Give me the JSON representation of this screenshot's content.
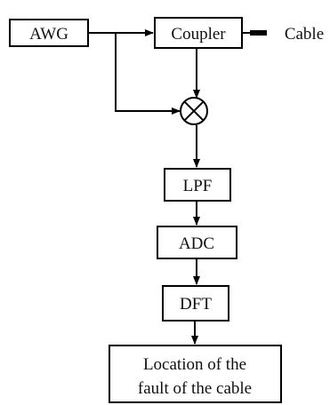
{
  "diagram": {
    "nodes": {
      "awg": {
        "label": "AWG"
      },
      "coupler": {
        "label": "Coupler"
      },
      "cable": {
        "label": "Cable"
      },
      "mixer": {
        "label": ""
      },
      "lpf": {
        "label": "LPF"
      },
      "adc": {
        "label": "ADC"
      },
      "dft": {
        "label": "DFT"
      },
      "location": {
        "label_line1": "Location of the",
        "label_line2": "fault of the cable"
      }
    },
    "edges": [
      {
        "from": "awg",
        "to": "coupler"
      },
      {
        "from": "awg",
        "to": "mixer"
      },
      {
        "from": "coupler",
        "to": "cable"
      },
      {
        "from": "coupler",
        "to": "mixer"
      },
      {
        "from": "mixer",
        "to": "lpf"
      },
      {
        "from": "lpf",
        "to": "adc"
      },
      {
        "from": "adc",
        "to": "dft"
      },
      {
        "from": "dft",
        "to": "location"
      }
    ]
  }
}
